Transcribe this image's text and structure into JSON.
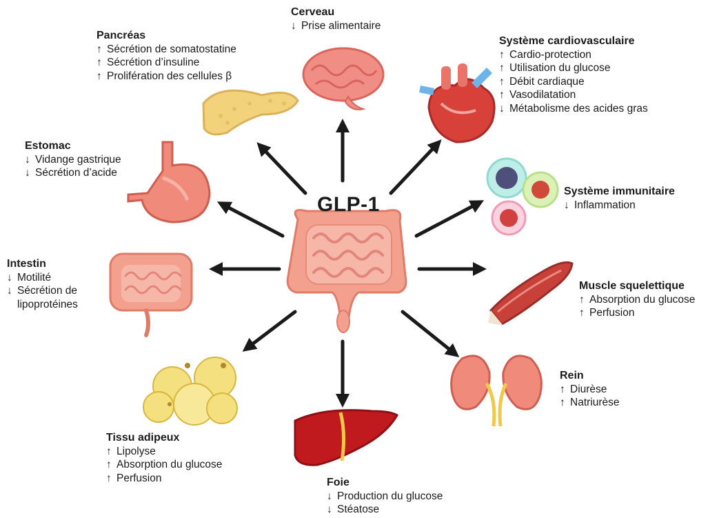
{
  "center": {
    "label": "GLP-1"
  },
  "blocks": [
    {
      "name": "cerveau",
      "title": "Cerveau",
      "effects": [
        {
          "dir": "down",
          "glyph": "🡣",
          "text": "Prise alimentaire"
        }
      ]
    },
    {
      "name": "pancreas",
      "title": "Pancréas",
      "effects": [
        {
          "dir": "up",
          "glyph": "🡡",
          "text": "Sécrétion de somatostatine"
        },
        {
          "dir": "up",
          "glyph": "🡡",
          "text": "Sécrétion d’insuline"
        },
        {
          "dir": "up",
          "glyph": "🡡",
          "text": "Prolifération des cellules β"
        }
      ]
    },
    {
      "name": "cardio",
      "title": "Système cardiovasculaire",
      "effects": [
        {
          "dir": "up",
          "glyph": "🡡",
          "text": "Cardio-protection"
        },
        {
          "dir": "up",
          "glyph": "🡡",
          "text": "Utilisation du glucose"
        },
        {
          "dir": "up",
          "glyph": "🡡",
          "text": "Débit cardiaque"
        },
        {
          "dir": "up",
          "glyph": "🡡",
          "text": "Vasodilatation"
        },
        {
          "dir": "down",
          "glyph": "🡣",
          "text": "Métabolisme des acides gras"
        }
      ]
    },
    {
      "name": "estomac",
      "title": "Estomac",
      "effects": [
        {
          "dir": "down",
          "glyph": "🡣",
          "text": "Vidange gastrique"
        },
        {
          "dir": "down",
          "glyph": "🡣",
          "text": "Sécrétion d’acide"
        }
      ]
    },
    {
      "name": "immunitaire",
      "title": "Système immunitaire",
      "effects": [
        {
          "dir": "down",
          "glyph": "🡣",
          "text": "Inflammation"
        }
      ]
    },
    {
      "name": "intestin",
      "title": "Intestin",
      "effects": [
        {
          "dir": "down",
          "glyph": "🡣",
          "text": "Motilité"
        },
        {
          "dir": "down",
          "glyph": "🡣",
          "text": "Sécrétion de"
        },
        {
          "dir": "none",
          "glyph": "",
          "text": "lipoprotéines"
        }
      ]
    },
    {
      "name": "muscle",
      "title": "Muscle squelettique",
      "effects": [
        {
          "dir": "up",
          "glyph": "🡡",
          "text": "Absorption du glucose"
        },
        {
          "dir": "up",
          "glyph": "🡡",
          "text": "Perfusion"
        }
      ]
    },
    {
      "name": "rein",
      "title": "Rein",
      "effects": [
        {
          "dir": "up",
          "glyph": "🡡",
          "text": "Diurèse"
        },
        {
          "dir": "up",
          "glyph": "🡡",
          "text": "Natriurèse"
        }
      ]
    },
    {
      "name": "adipeux",
      "title": "Tissu adipeux",
      "effects": [
        {
          "dir": "up",
          "glyph": "🡡",
          "text": "Lipolyse"
        },
        {
          "dir": "up",
          "glyph": "🡡",
          "text": "Absorption du glucose"
        },
        {
          "dir": "up",
          "glyph": "🡡",
          "text": "Perfusion"
        }
      ]
    },
    {
      "name": "foie",
      "title": "Foie",
      "effects": [
        {
          "dir": "down",
          "glyph": "🡣",
          "text": "Production du glucose"
        },
        {
          "dir": "down",
          "glyph": "🡣",
          "text": "Stéatose"
        }
      ]
    }
  ],
  "colors": {
    "arrow": "#1a1a1a",
    "organ_pink": "#f08a7a",
    "organ_pink_light": "#f7b3a6",
    "organ_dark": "#c8403a",
    "fat_yellow": "#f3d36b",
    "liver_red": "#c01a1f",
    "pancreas_yellow": "#f2d27a",
    "brain_pink": "#f08e86",
    "immune_teal": "#8fd9d2",
    "immune_green": "#b7e08a",
    "immune_pink": "#f29ab4"
  }
}
